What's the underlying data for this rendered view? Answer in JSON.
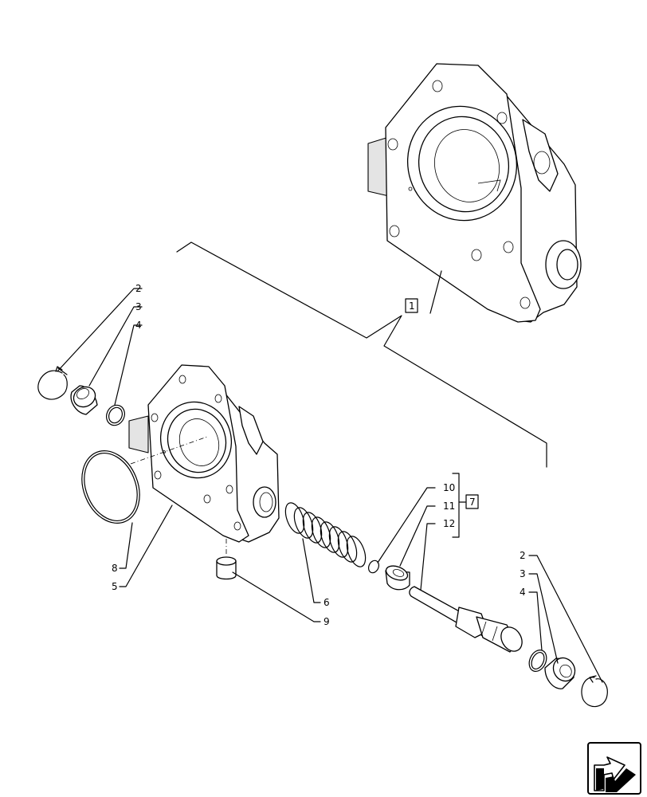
{
  "callouts": {
    "c1": "1",
    "c2a": "2",
    "c3a": "3",
    "c4a": "4",
    "c5": "5",
    "c6": "6",
    "c7": "7",
    "c8": "8",
    "c9": "9",
    "c10": "10",
    "c11": "11",
    "c12": "12",
    "c2b": "2",
    "c3b": "3",
    "c4b": "4"
  },
  "icons": {
    "nav": "next-page-arrow-icon"
  }
}
